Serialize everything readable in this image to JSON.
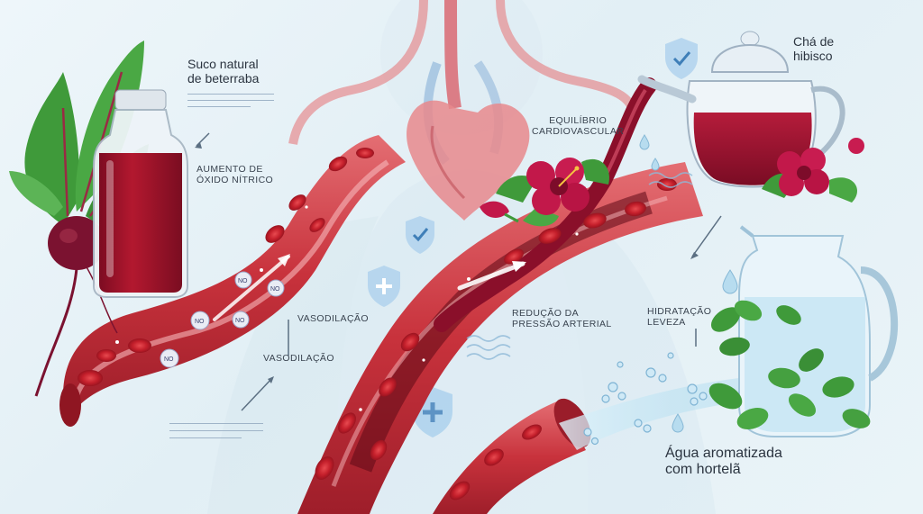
{
  "labels": {
    "beet_juice": [
      "Suco natural",
      "de beterraba"
    ],
    "nitric_oxide": [
      "AUMENTO DE",
      "ÓXIDO NÍTRICO"
    ],
    "vasodilation_1": "VASODILAÇÃO",
    "vasodilation_2": "VASODILAÇÃO",
    "cardio_balance": [
      "EQUILÍBRIO",
      "CARDIOVASCULAR"
    ],
    "hibiscus_tea": [
      "Chá de",
      "hibisco"
    ],
    "blood_pressure": [
      "REDUÇÃO DA",
      "PRESSÃO ARTERIAL"
    ],
    "hydration": [
      "HIDRATAÇÃO",
      "LEVEZA"
    ],
    "mint_water": [
      "Água aromatizada",
      "com hortelã"
    ]
  },
  "molecule_text": "NO",
  "colors": {
    "background": "#e6f1f6",
    "vessel": "#c8323c",
    "blood_cell": "#c4202c",
    "beet_juice": "#a3142c",
    "hibiscus_tea": "#9a1030",
    "hibiscus_flower": "#c2184a",
    "leaf": "#3f9a3a",
    "water": "#bfe3f2",
    "shield": "#7fb8de"
  },
  "icons": [
    "shield-check-icon",
    "shield-plus-icon",
    "arrow-icon",
    "water-drop-icon",
    "heart-icon",
    "nitric-oxide-molecule-icon"
  ]
}
